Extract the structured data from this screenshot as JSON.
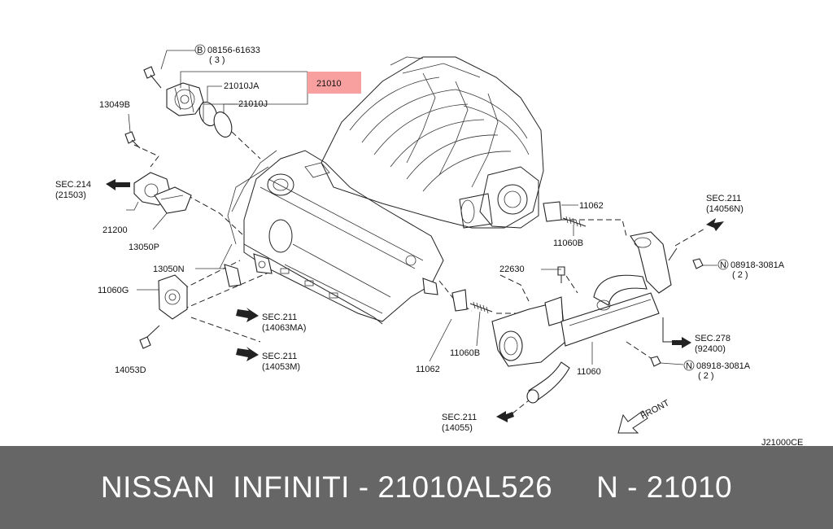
{
  "diagram": {
    "code": "J21000CE",
    "front_label": "FRONT",
    "highlight_color": "#f8a0a0",
    "callouts": {
      "bolt_spec": "08156-61633",
      "bolt_qty": "( 3 )",
      "bolt_prefix": "B",
      "pump_assy": "21010",
      "pump_seal_a": "21010JA",
      "pump_seal_b": "21010J",
      "bolt_13049b": "13049B",
      "sec214": "SEC.214",
      "sec214_ref": "(21503)",
      "part_21200": "21200",
      "part_13050p": "13050P",
      "part_13050n": "13050N",
      "part_11060g": "11060G",
      "part_14053d": "14053D",
      "sec211_a": "SEC.211",
      "sec211_a_ref": "(14063MA)",
      "sec211_b": "SEC.211",
      "sec211_b_ref": "(14053M)",
      "part_11062_top": "11062",
      "part_11060b_top": "11060B",
      "sec211_c": "SEC.211",
      "sec211_c_ref": "(14056N)",
      "nut_prefix_1": "N",
      "nut_spec_1": "08918-3081A",
      "nut_qty_1": "( 2 )",
      "part_22630": "22630",
      "sec278": "SEC.278",
      "sec278_ref": "(92400)",
      "nut_prefix_2": "N",
      "nut_spec_2": "08918-3081A",
      "nut_qty_2": "( 2 )",
      "part_11062_bottom": "11062",
      "part_11060b_bottom": "11060B",
      "part_11060": "11060",
      "sec211_d": "SEC.211",
      "sec211_d_ref": "(14055)"
    }
  },
  "footer": {
    "text": "NISSAN  INFINITI - 21010AL526     N - 21010"
  }
}
